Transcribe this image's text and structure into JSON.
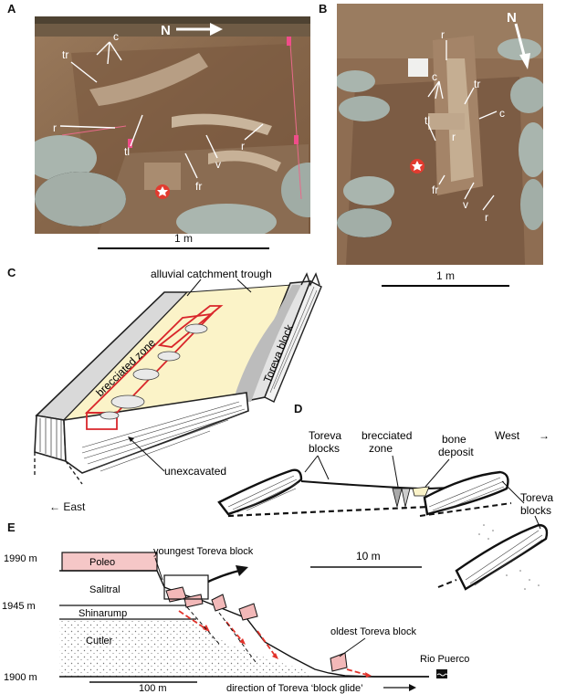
{
  "panels": {
    "a": {
      "label": "A",
      "north": "N",
      "scale": "1 m",
      "annotations": [
        "tr",
        "c",
        "r",
        "tl",
        "fr",
        "v",
        "r"
      ]
    },
    "b": {
      "label": "B",
      "north": "N",
      "scale": "1 m",
      "annotations": [
        "r",
        "c",
        "tr",
        "c",
        "tl",
        "r",
        "fr",
        "v",
        "r"
      ]
    },
    "c": {
      "label": "C",
      "top_label": "alluvial  catchment trough",
      "brecciated": "brecciated  zone",
      "toreva": "Toreva block",
      "unexcavated": "unexcavated"
    },
    "d": {
      "label": "D",
      "toreva_blocks_left": [
        "Toreva",
        "blocks"
      ],
      "brecciated": [
        "brecciated",
        "zone"
      ],
      "bone_deposit": [
        "bone",
        "deposit"
      ],
      "west": "West",
      "toreva_blocks_right": [
        "Toreva",
        "blocks"
      ],
      "scale": "10  m"
    },
    "east": "East",
    "e": {
      "label": "E",
      "elev_1990": "1990 m",
      "elev_1945": "1945 m",
      "elev_1900": "1900 m",
      "poleo": "Poleo",
      "salitral": "Salitral",
      "shinarump": "Shinarump",
      "cutler": "Cutler",
      "youngest": "youngest Toreva block",
      "oldest": "oldest Toreva block",
      "rio": "Rio Puerco",
      "scale": "100 m",
      "direction": "direction of Toreva ‘block glide’"
    },
    "colors": {
      "photo_soil": "#8a6a4e",
      "sandbag": "#a9b5ae",
      "red_outline": "#d9262b",
      "cream": "#fbf3c8",
      "pink": "#f2b8b8",
      "arrow_red": "#e2332b"
    }
  }
}
